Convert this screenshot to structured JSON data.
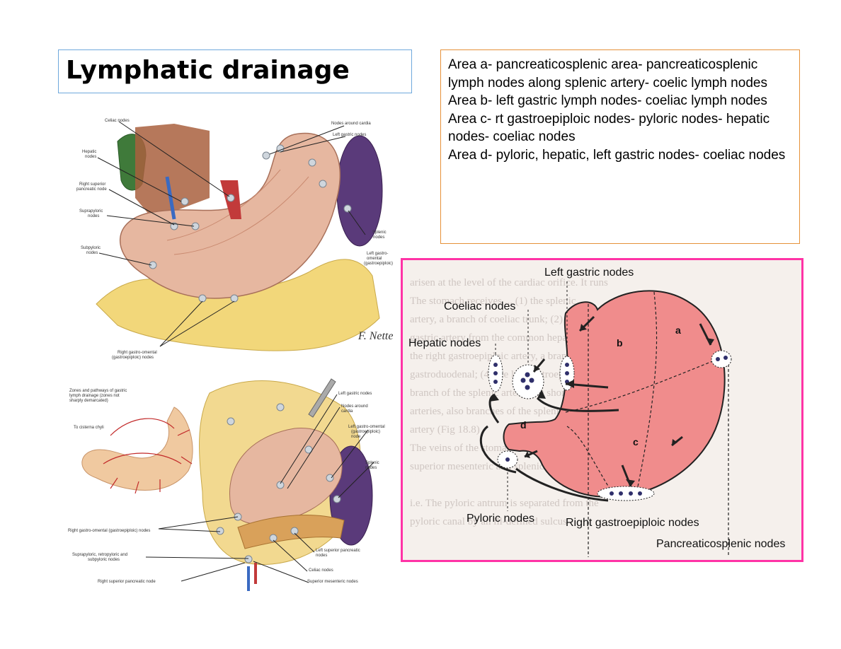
{
  "slide": {
    "title": "Lymphatic drainage",
    "notes": [
      "Area a- pancreaticosplenic area- pancreaticosplenic lymph nodes along splenic artery- coelic lymph nodes",
      "Area b- left gastric lymph nodes- coeliac lymph nodes",
      "Area c- rt gastroepiploic nodes- pyloric nodes- hepatic nodes- coeliac nodes",
      "Area d- pyloric, hepatic, left gastric nodes- coeliac nodes"
    ]
  },
  "figure_top": {
    "labels": {
      "celiac": "Celiac nodes",
      "cardia": "Nodes around cardia",
      "left_gastric": "Left gastric nodes",
      "hepatic_1": "Hepatic",
      "hepatic_2": "nodes",
      "rsp_1": "Right superior",
      "rsp_2": "pancreatic node",
      "supra_1": "Suprapyloric",
      "supra_2": "nodes",
      "splenic_1": "Splenic",
      "splenic_2": "nodes",
      "lgo_1": "Left gastro-",
      "lgo_2": "omental",
      "lgo_3": "(gastroepiploic)",
      "sub_1": "Subpyloric",
      "sub_2": "nodes",
      "rgo_1": "Right gastro-omental",
      "rgo_2": "(gastroepiploic) nodes"
    }
  },
  "figure_bottom": {
    "labels": {
      "zones_1": "Zones and pathways of gastric",
      "zones_2": "lymph drainage (zones not",
      "zones_3": "sharply demarcated)",
      "cisterna": "To cisterna chyli",
      "left_gastric": "Left gastric nodes",
      "cardia_1": "Nodes around",
      "cardia_2": "cardia",
      "lgo_1": "Left gastro-omental",
      "lgo_2": "(gastroepiploic)",
      "lgo_3": "node",
      "splenic_1": "Splenic",
      "splenic_2": "nodes",
      "rgo": "Right gastro-omental (gastroepiploic) nodes",
      "supra_1": "Suprapyloric, retropyloric and",
      "supra_2": "subpyloric nodes",
      "lsp_1": "Left superior pancreatic",
      "lsp_2": "nodes",
      "celiac": "Celiac nodes",
      "rsp": "Right superior pancreatic node",
      "sup_mes": "Superior mesenteric nodes"
    }
  },
  "figure_diagram": {
    "labels": {
      "left_gastric": "Left gastric nodes",
      "coeliac": "Coeliac nodes",
      "hepatic": "Hepatic nodes",
      "pyloric": "Pyloric nodes",
      "right_gastroepiploic": "Right gastroepiploic nodes",
      "pancreaticosplenic": "Pancreaticosplenic nodes"
    },
    "areas": {
      "a": "a",
      "b": "b",
      "c": "c",
      "d": "d"
    }
  },
  "colors": {
    "title_border": "#6fa8dc",
    "notes_border": "#e69138",
    "diagram_border": "#ff33a6",
    "stomach_fill": "#f08c8c",
    "node_fill": "#2f2f6b"
  }
}
